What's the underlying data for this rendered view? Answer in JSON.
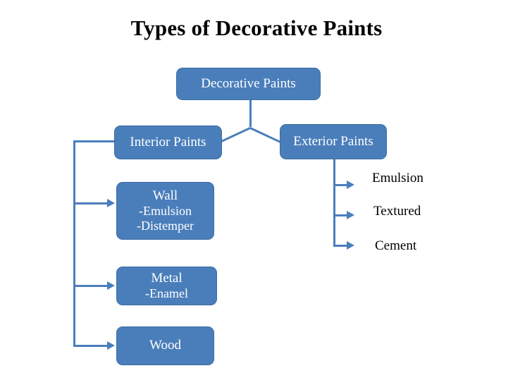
{
  "slide": {
    "title": "Types of Decorative Paints",
    "background_color": "#ffffff",
    "node_fill_color": "#4a7ebb",
    "node_border_color": "#3d6da3",
    "node_text_color": "#ffffff",
    "connector_color": "#4a7ebb",
    "leaf_text_color": "#000000"
  },
  "diagram": {
    "type": "tree",
    "root": {
      "label": "Decorative Paints"
    },
    "branches": [
      {
        "label": "Interior Paints",
        "children": [
          {
            "line1": "Wall",
            "line2": "-Emulsion",
            "line3": "-Distemper"
          },
          {
            "line1": "Metal",
            "line2": "-Enamel"
          },
          {
            "line1": "Wood"
          }
        ]
      },
      {
        "label": "Exterior Paints",
        "children": [
          {
            "label": "Emulsion"
          },
          {
            "label": "Textured"
          },
          {
            "label": "Cement"
          }
        ]
      }
    ]
  }
}
